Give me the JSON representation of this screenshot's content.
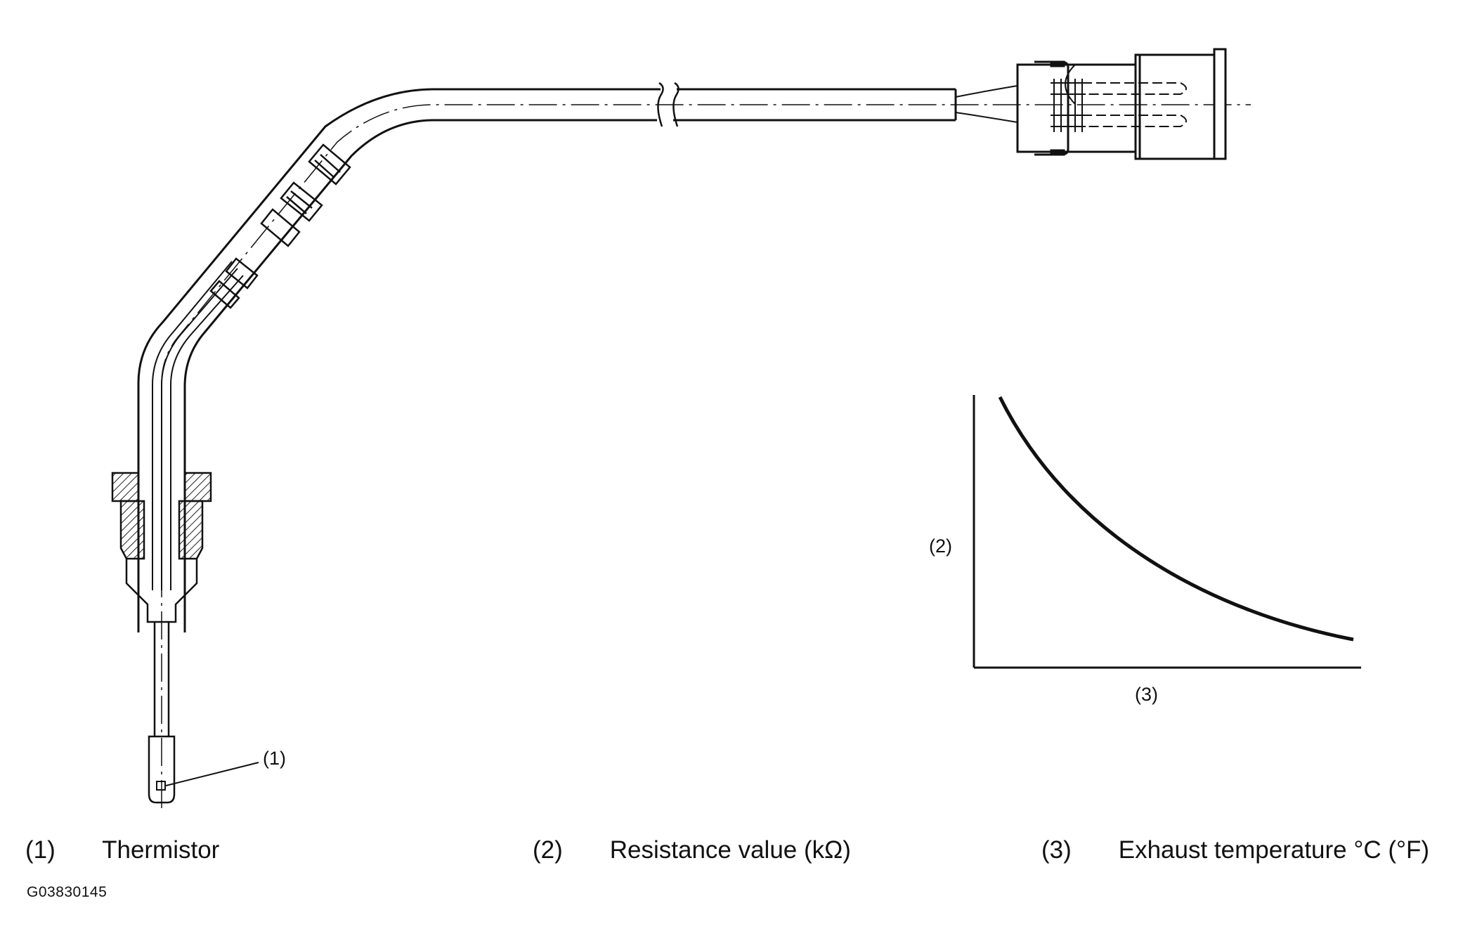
{
  "callouts": {
    "thermistor": "(1)",
    "resistance": "(2)",
    "temperature": "(3)"
  },
  "legend": [
    {
      "num": "(1)",
      "text": "Thermistor"
    },
    {
      "num": "(2)",
      "text": "Resistance value (kΩ)"
    },
    {
      "num": "(3)",
      "text": "Exhaust temperature °C (°F)"
    }
  ],
  "figure_id": "G03830145"
}
